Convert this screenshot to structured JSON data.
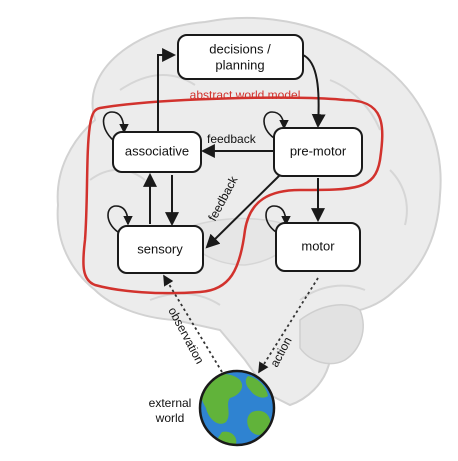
{
  "region": {
    "label": "abstract world model",
    "color": "#d2322d"
  },
  "nodes": {
    "decisions": {
      "line1": "decisions /",
      "line2": "planning"
    },
    "associative": {
      "label": "associative"
    },
    "premotor": {
      "label": "pre-motor"
    },
    "sensory": {
      "label": "sensory"
    },
    "motor": {
      "label": "motor"
    }
  },
  "edge_labels": {
    "feedback_horizontal": "feedback",
    "feedback_diagonal": "feedback",
    "observation": "observation",
    "action": "action"
  },
  "world": {
    "line1": "external",
    "line2": "world",
    "icon": "earth-globe-icon"
  },
  "background": {
    "icon": "brain-silhouette-icon"
  }
}
